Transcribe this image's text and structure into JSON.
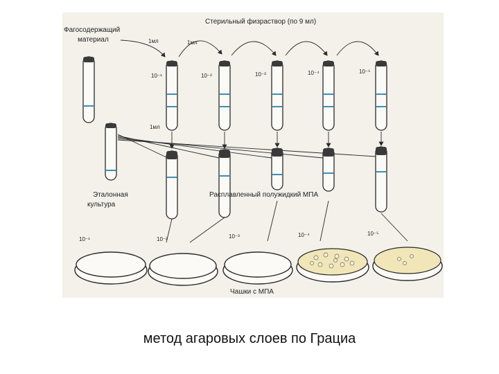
{
  "figure": {
    "labels": {
      "phage_material": [
        "Фагосодержащий",
        "материал"
      ],
      "sterile_saline": "Стерильный физраствор (по 9 мл)",
      "volume_1ml": "1мл",
      "reference_culture": [
        "Эталонная",
        "культура"
      ],
      "melted_agar": "Расплавленный полужидкий МПА",
      "plates": "Чашки с МПА"
    },
    "tube_dilutions": [
      "10⁻¹",
      "10⁻²",
      "10⁻³",
      "10⁻⁴",
      "10⁻⁵"
    ],
    "plate_dilutions": [
      "10⁻¹",
      "10⁻²",
      "10⁻³",
      "10⁻⁴",
      "10⁻⁵"
    ]
  },
  "caption": "метод агаровых слоев по Грациа"
}
